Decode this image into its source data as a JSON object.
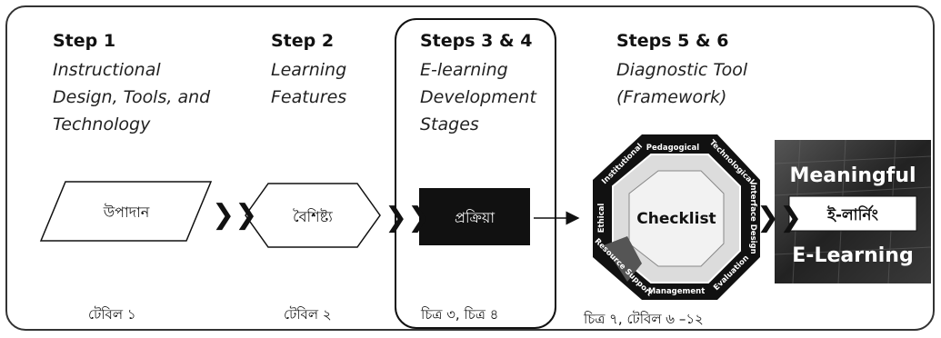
{
  "steps": [
    {
      "title": "Step 1",
      "subtitle_lines": [
        "Instructional",
        "Design, Tools, and",
        "Technology"
      ],
      "shape_label": "উপাদান",
      "bottom_label": "টেবিল ১"
    },
    {
      "title": "Step 2",
      "subtitle_lines": [
        "Learning",
        "Features"
      ],
      "shape_label": "বৈশিষ্ট্য",
      "bottom_label": "টেবিল ২"
    },
    {
      "title": "Steps 3 & 4",
      "subtitle_lines": [
        "E-learning",
        "Development",
        "Stages"
      ],
      "shape_label": "প্রক্রিয়া",
      "bottom_label": "চিত্র ৩, চিত্র ৪"
    },
    {
      "title": "Steps 5 & 6",
      "subtitle_lines": [
        "Diagnostic Tool",
        "(Framework)"
      ],
      "bottom_label": "চিত্র ৭, টেবিল ৬ –১২"
    }
  ],
  "checklist": {
    "center": "Checklist",
    "segments": [
      "Pedagogical",
      "Technological",
      "Interface Design",
      "Evaluation",
      "Management",
      "Resource Support",
      "Ethical",
      "Institutional"
    ]
  },
  "result": {
    "line1": "Meaningful",
    "line2": "ই-লার্নিং",
    "line3": "E-Learning"
  },
  "chevron": "❯❯"
}
